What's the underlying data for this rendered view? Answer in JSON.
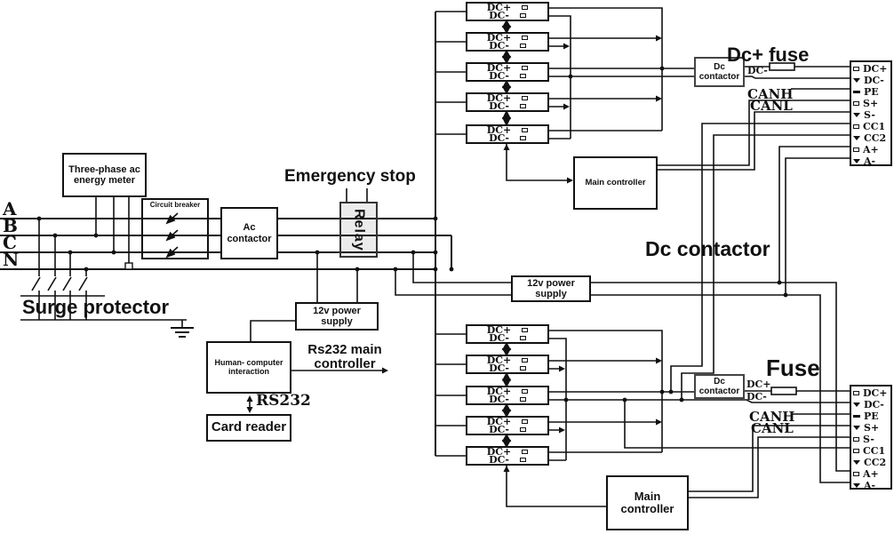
{
  "phases": [
    "A",
    "B",
    "C",
    "N"
  ],
  "labels": {
    "surge": "Surge protector",
    "emergency": "Emergency stop",
    "rs232_main": "Rs232 main controller",
    "rs232": "RS232",
    "dc_contactor_big": "Dc contactor",
    "dcplus_fuse": "Dc+ fuse",
    "fuse": "Fuse",
    "canh": "CANH",
    "canl": "CANL",
    "dc_plus": "DC+",
    "dc_minus": "DC-"
  },
  "boxes": {
    "meter": "Three-phase ac energy meter",
    "breaker": "Circuit breaker",
    "ac_contactor": "Ac contactor",
    "relay": "Relay",
    "psu": "12v power supply",
    "hci": "Human- computer interaction",
    "card_reader": "Card reader",
    "main_controller": "Main controller",
    "dc_contactor": "Dc contactor"
  },
  "module": {
    "plus": "DC+",
    "minus": "DC-"
  },
  "terminal_pins": [
    "DC+",
    "DC-",
    "PE",
    "S+",
    "S-",
    "CC1",
    "CC2",
    "A+",
    "A-"
  ]
}
